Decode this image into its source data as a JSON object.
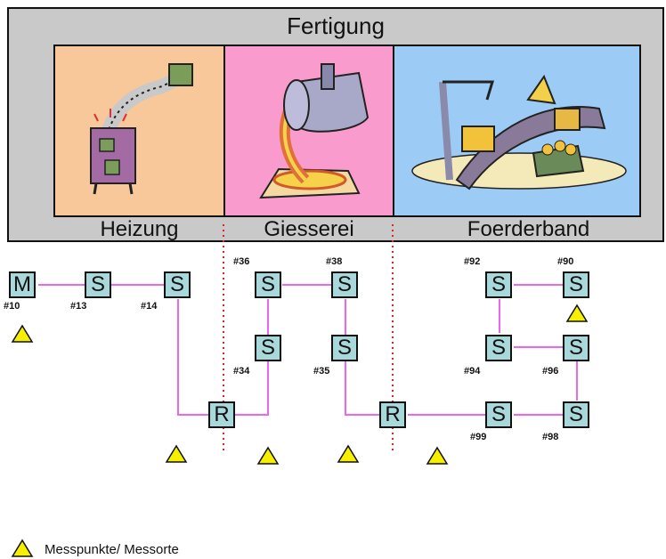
{
  "header": {
    "title": "Fertigung"
  },
  "areas": [
    {
      "label": "Heizung"
    },
    {
      "label": "Giesserei"
    },
    {
      "label": "Foerderband"
    }
  ],
  "nodes": {
    "m10": {
      "letter": "M",
      "tag": "#10"
    },
    "s13": {
      "letter": "S",
      "tag": "#13"
    },
    "s14": {
      "letter": "S",
      "tag": "#14"
    },
    "s36": {
      "letter": "S",
      "tag": "#36"
    },
    "s38": {
      "letter": "S",
      "tag": "#38"
    },
    "s34": {
      "letter": "S",
      "tag": "#34"
    },
    "s35": {
      "letter": "S",
      "tag": "#35"
    },
    "r1": {
      "letter": "R"
    },
    "r2": {
      "letter": "R"
    },
    "s92": {
      "letter": "S",
      "tag": "#92"
    },
    "s90": {
      "letter": "S",
      "tag": "#90"
    },
    "s94": {
      "letter": "S",
      "tag": "#94"
    },
    "s96": {
      "letter": "S",
      "tag": "#96"
    },
    "s99": {
      "letter": "S",
      "tag": "#99"
    },
    "s98": {
      "letter": "S",
      "tag": "#98"
    }
  },
  "legend": {
    "label": "Messpunkte/ Messorte",
    "icon": "triangle-icon"
  },
  "colors": {
    "frame": "#c9c9c9",
    "heizung": "#f8c89a",
    "giesserei": "#f99ccd",
    "foerderband": "#9cccf5",
    "node": "#a9d8da",
    "link": "#ee66ee",
    "boundary": "#dd2222",
    "marker": "#f6f000"
  }
}
